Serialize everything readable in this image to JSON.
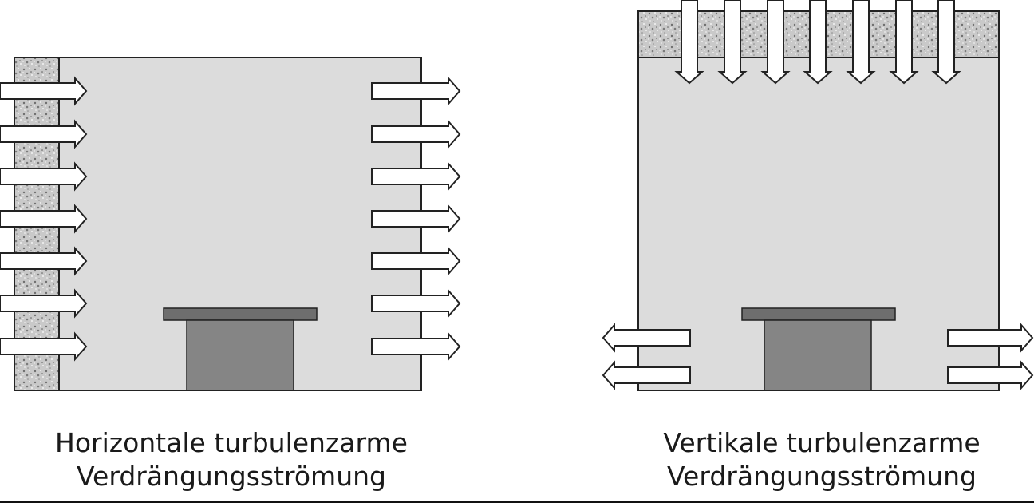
{
  "diagrams": [
    {
      "caption_line1": "Horizontale turbulenzarme",
      "caption_line2": "Verdrängungsströmung"
    },
    {
      "caption_line1": "Vertikale turbulenzarme",
      "caption_line2": "Verdrängungsströmung"
    }
  ],
  "colors": {
    "room_fill": "#dcdcdc",
    "outline": "#222222",
    "filter_base": "#c9c9c9",
    "filter_speck_dark": "#6f6f6f",
    "filter_speck_light": "#f2f2f2",
    "table_top": "#6e6e6e",
    "table_base": "#858585",
    "arrow_fill": "#ffffff"
  }
}
